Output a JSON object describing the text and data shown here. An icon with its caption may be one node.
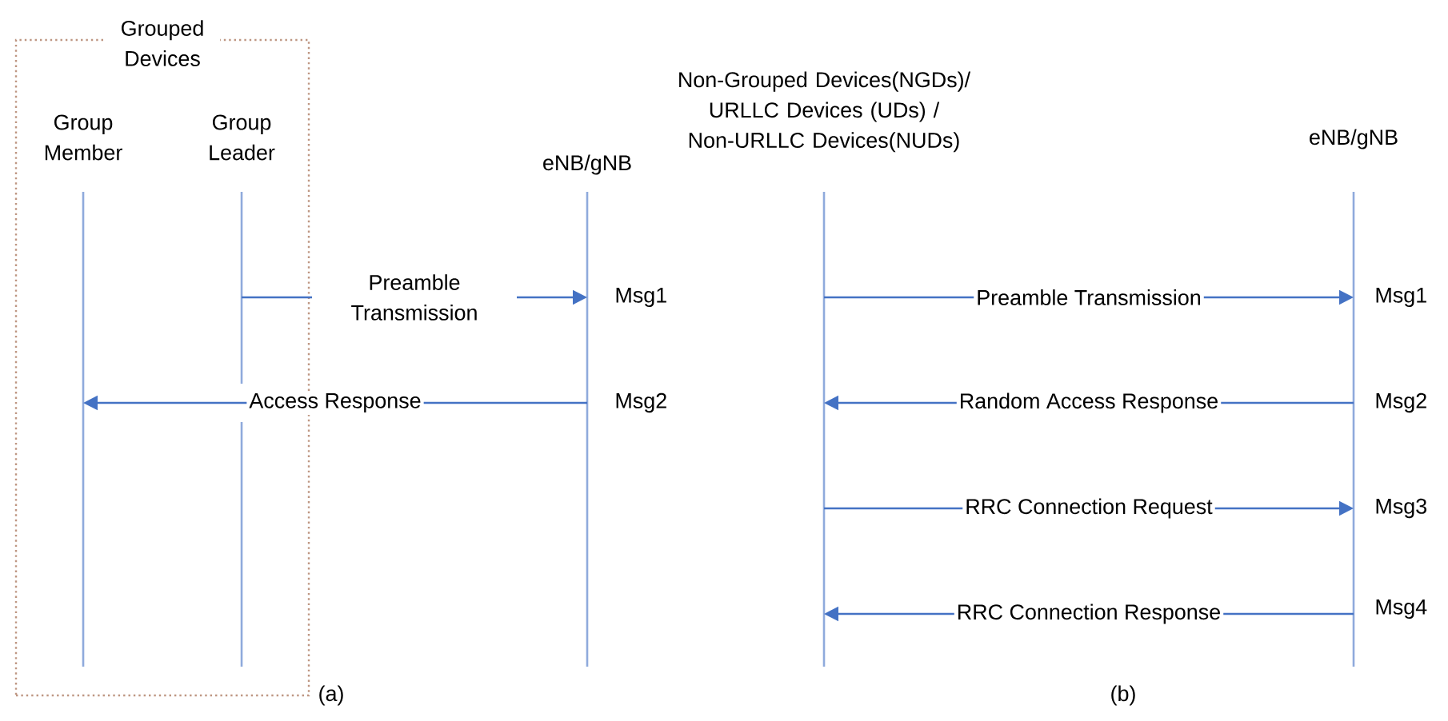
{
  "diagram": {
    "nodes": [
      {
        "text": [
          "Grouped Devices"
        ]
      },
      {
        "text": [
          "Group Member"
        ],
        "in": 0
      },
      {
        "text": [
          "Group Leader"
        ],
        "in": 0
      },
      {
        "text": [
          "eNB/gNB"
        ]
      },
      {
        "text": [
          "Non-Grouped Devices(NGDs)/ URLLC Devices (UDs) / Non-URLLC Devices(NUDs)"
        ]
      },
      {
        "text": [
          "eNB/gNB"
        ]
      }
    ],
    "edges": [
      {
        "from": 2,
        "to": 3,
        "arrow": "to",
        "label": "Preamble Transmission"
      },
      {
        "from": 3,
        "to": 1,
        "arrow": "to",
        "label": "Access Response"
      },
      {
        "from": 4,
        "to": 5,
        "arrow": "to",
        "label": "Preamble Transmission"
      },
      {
        "from": 5,
        "to": 4,
        "arrow": "to",
        "label": "Random Access Response"
      },
      {
        "from": 4,
        "to": 5,
        "arrow": "to",
        "label": "RRC Connection Request"
      },
      {
        "from": 5,
        "to": 4,
        "arrow": "to",
        "label": "RRC Connection Response"
      }
    ],
    "labels": [
      "Msg1",
      "Msg2",
      "(a)",
      "Msg1",
      "Msg2",
      "Msg3",
      "Msg4",
      "(b)"
    ]
  }
}
